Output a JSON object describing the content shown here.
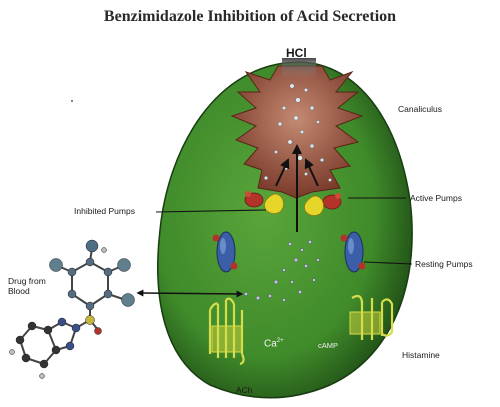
{
  "title": "Benzimidazole Inhibition of Acid Secretion",
  "labels": {
    "hcl": "HCl",
    "canaliculus": "Canaliculus",
    "active_pumps": "Active Pumps",
    "inhibited_pumps": "Inhibited Pumps",
    "resting_pumps": "Resting Pumps",
    "drug_from_blood": "Drug from Blood",
    "ca": "Ca",
    "ca_charge": "2+",
    "camp": "cAMP",
    "histamine": "Histamine",
    "ach": "ACh"
  },
  "colors": {
    "cell_green": "#3f8a2a",
    "cell_dark": "#1f4d16",
    "canaliculus": "#8e4d3a",
    "pump_red": "#b3322a",
    "pump_yellow": "#e6d62a",
    "pump_blue": "#3a5ea8",
    "receptor_yellow": "#d7dd4a"
  }
}
